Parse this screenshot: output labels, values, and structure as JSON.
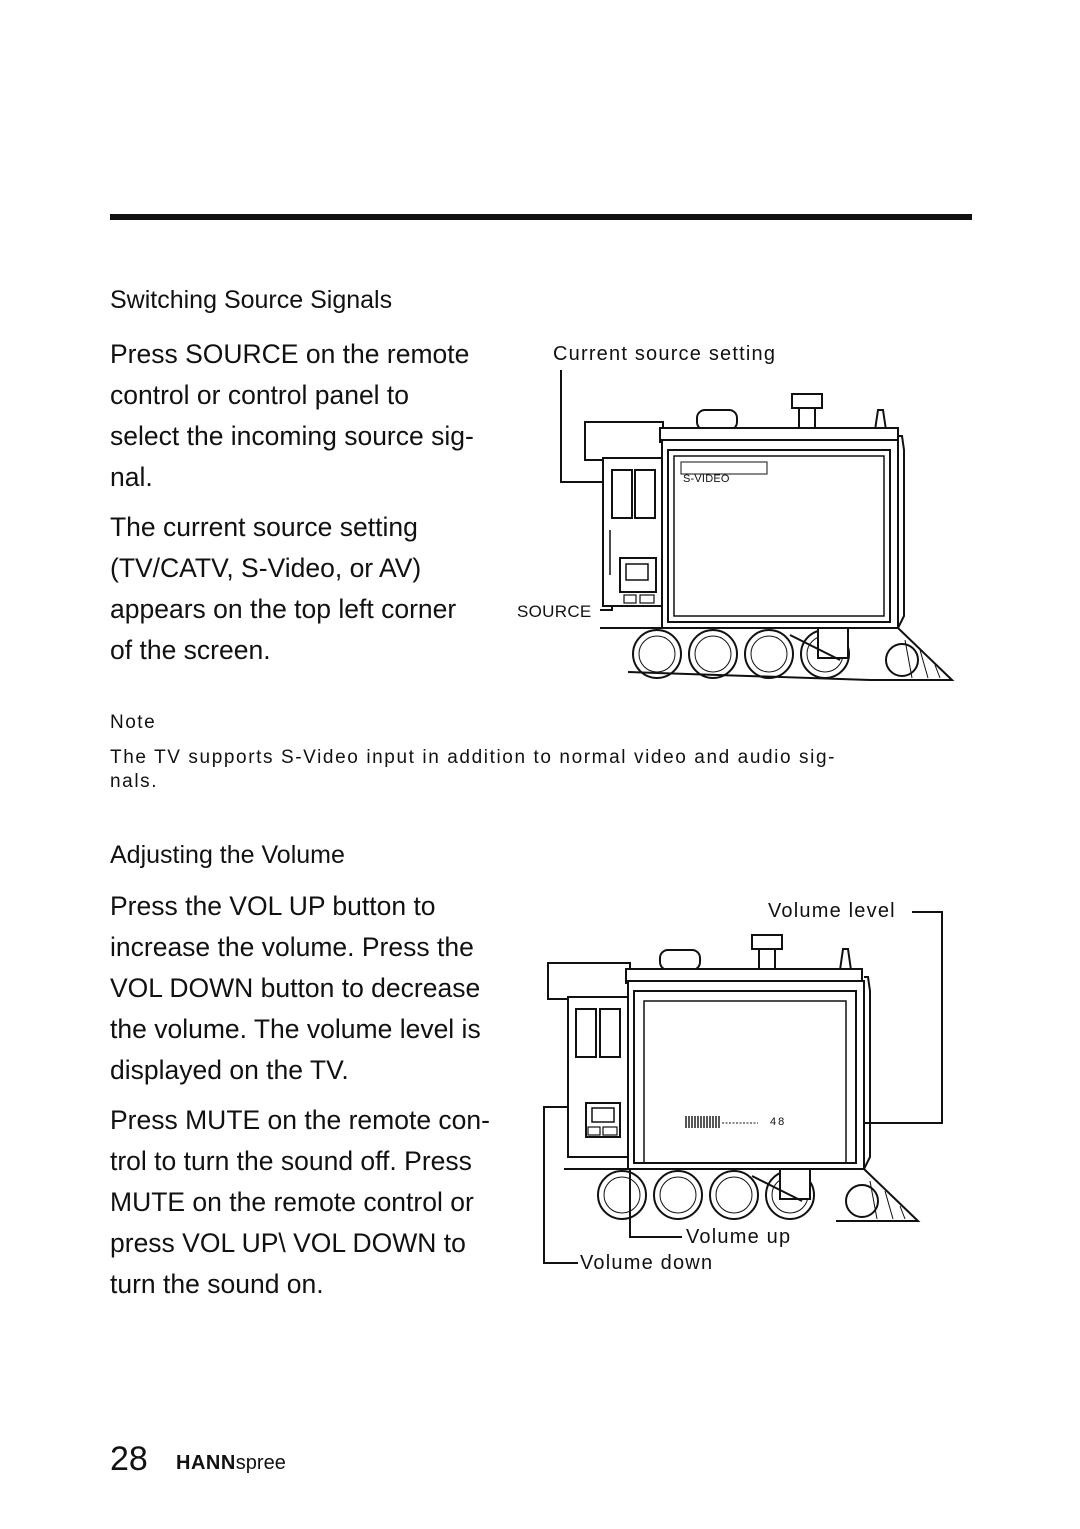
{
  "section1": {
    "heading": "Switching Source Signals",
    "para1": "Press SOURCE on the remote\ncontrol or control panel to\nselect the incoming source sig-\nnal.",
    "para2": "The current source setting\n(TV/CATV, S-Video, or AV)\nappears on the top left corner\nof the screen.",
    "figure": {
      "callout_top": "Current source setting",
      "osd_text": "S-VIDEO",
      "callout_button": "SOURCE"
    }
  },
  "note": {
    "title": "Note",
    "text": "The TV supports S-Video input in addition to normal video and audio sig-\nnals."
  },
  "section2": {
    "heading": "Adjusting the Volume",
    "para1": "Press the VOL UP button to\nincrease the volume. Press the\nVOL DOWN button to decrease\nthe volume. The volume level is\ndisplayed on the TV.",
    "para2": "Press MUTE on the remote con-\ntrol to turn the sound off. Press\nMUTE on the remote control or\npress VOL UP\\ VOL DOWN to\nturn the sound on.",
    "figure": {
      "callout_level": "Volume level",
      "volume_value": "48",
      "callout_up": "Volume up",
      "callout_down": "Volume down"
    }
  },
  "footer": {
    "page_number": "28",
    "brand_bold": "HANN",
    "brand_light": "spree"
  }
}
